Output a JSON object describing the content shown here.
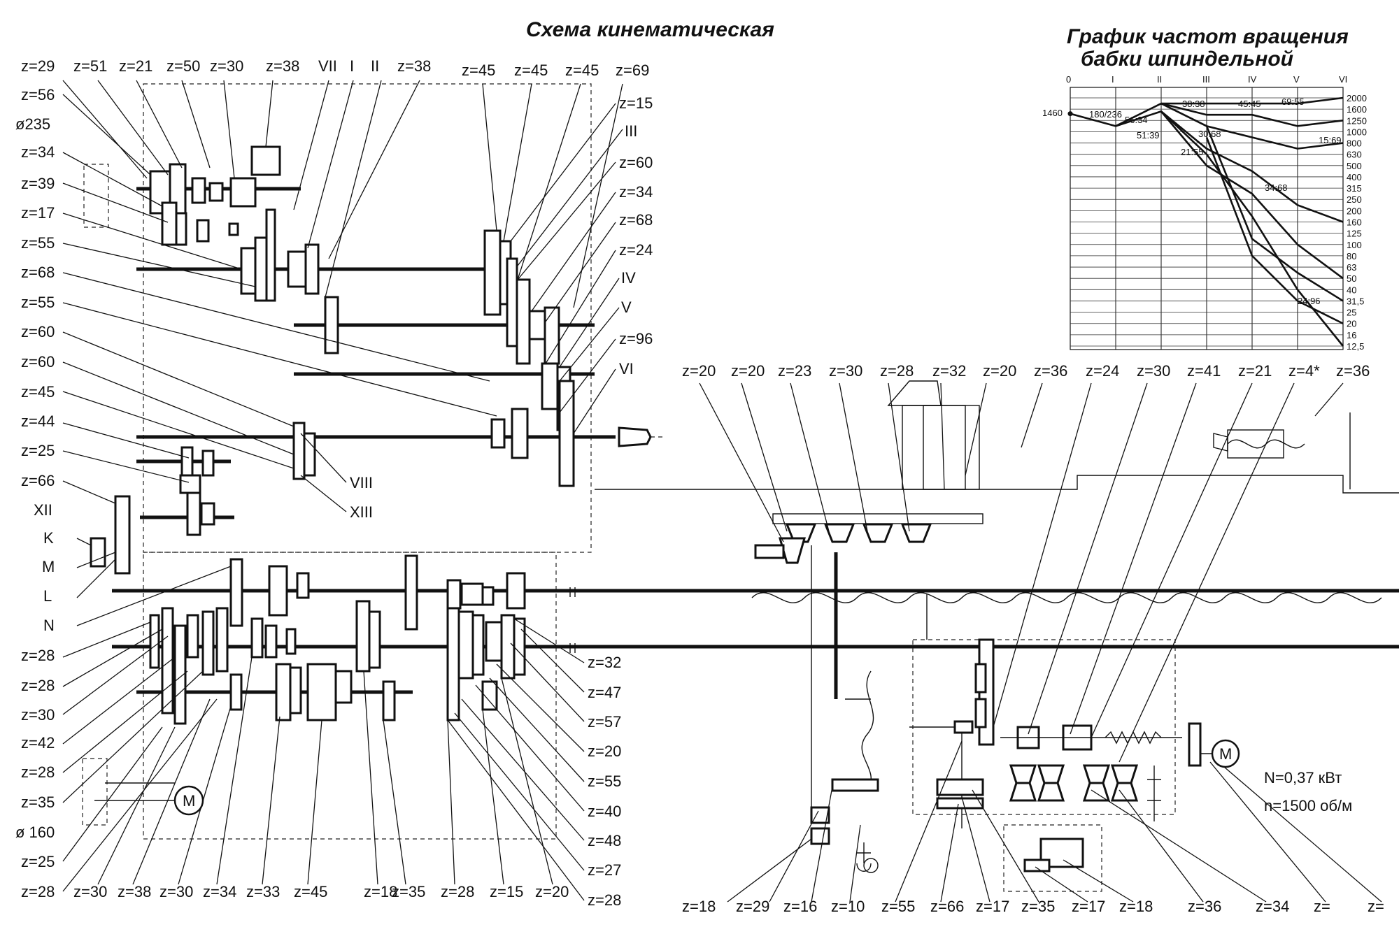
{
  "diagram": {
    "title": "Схема кинематическая",
    "graph_title_1": "График частот вращения",
    "graph_title_2": "бабки шпиндельной",
    "motor_label": "M",
    "motor_power": "N=0,37 кВт",
    "motor_speed": "n=1500 об/м",
    "dia_235": "ø235",
    "dia_160": "ø 160",
    "top_labels": [
      "z=29",
      "z=51",
      "z=21",
      "z=50",
      "z=30",
      "z=38",
      "VII",
      "I",
      "II",
      "z=38",
      "z=45",
      "z=45",
      "z=45",
      "z=69"
    ],
    "left_labels": [
      "z=56",
      "z=34",
      "z=39",
      "z=17",
      "z=55",
      "z=68",
      "z=55",
      "z=60",
      "z=60",
      "z=45",
      "z=44",
      "z=25",
      "z=66",
      "XII",
      "K",
      "M",
      "L",
      "N",
      "z=28",
      "z=28",
      "z=30",
      "z=42",
      "z=28",
      "z=35",
      "z=25",
      "z=28"
    ],
    "right_labels": [
      "z=15",
      "III",
      "z=60",
      "z=34",
      "z=68",
      "z=24",
      "IV",
      "V",
      "z=96",
      "VI"
    ],
    "mid_labels": [
      "VIII",
      "XIII"
    ],
    "gearbox_right_labels": [
      "z=32",
      "z=47",
      "z=57",
      "z=20",
      "z=55",
      "z=40",
      "z=48",
      "z=27",
      "z=28"
    ],
    "bottom_left_labels": [
      "z=30",
      "z=38",
      "z=30",
      "z=34",
      "z=33",
      "z=45",
      "z=18",
      "z=35",
      "z=28",
      "z=15",
      "z=20"
    ],
    "apron_top_labels": [
      "z=20",
      "z=20",
      "z=23",
      "z=30",
      "z=28",
      "z=32",
      "z=20",
      "z=36",
      "z=24",
      "z=30",
      "z=41",
      "z=21",
      "z=4*",
      "z=36"
    ],
    "apron_bottom_labels": [
      "z=18",
      "z=29",
      "z=16",
      "z=10",
      "z=55",
      "z=66",
      "z=17",
      "z=35",
      "z=17",
      "z=18",
      "z=36",
      "z=34",
      "z=",
      "z="
    ]
  },
  "chart_data": {
    "type": "line",
    "title": "График частот вращения бабки шпиндельной",
    "x": [
      "0",
      "I",
      "II",
      "III",
      "IV",
      "V",
      "VI"
    ],
    "y_scale": "log",
    "speeds": [
      "2000",
      "1600",
      "1250",
      "1000",
      "800",
      "630",
      "500",
      "400",
      "315",
      "250",
      "200",
      "160",
      "125",
      "100",
      "80",
      "63",
      "50",
      "40",
      "31,5",
      "25",
      "20",
      "16",
      "12,5"
    ],
    "input_speed": "1460",
    "ratio_labels": [
      "180/236",
      "56:34",
      "51:39",
      "38:38",
      "30:68",
      "21:55",
      "45:45",
      "69:55",
      "15:69",
      "34:68",
      "24:96"
    ],
    "grid": true
  }
}
